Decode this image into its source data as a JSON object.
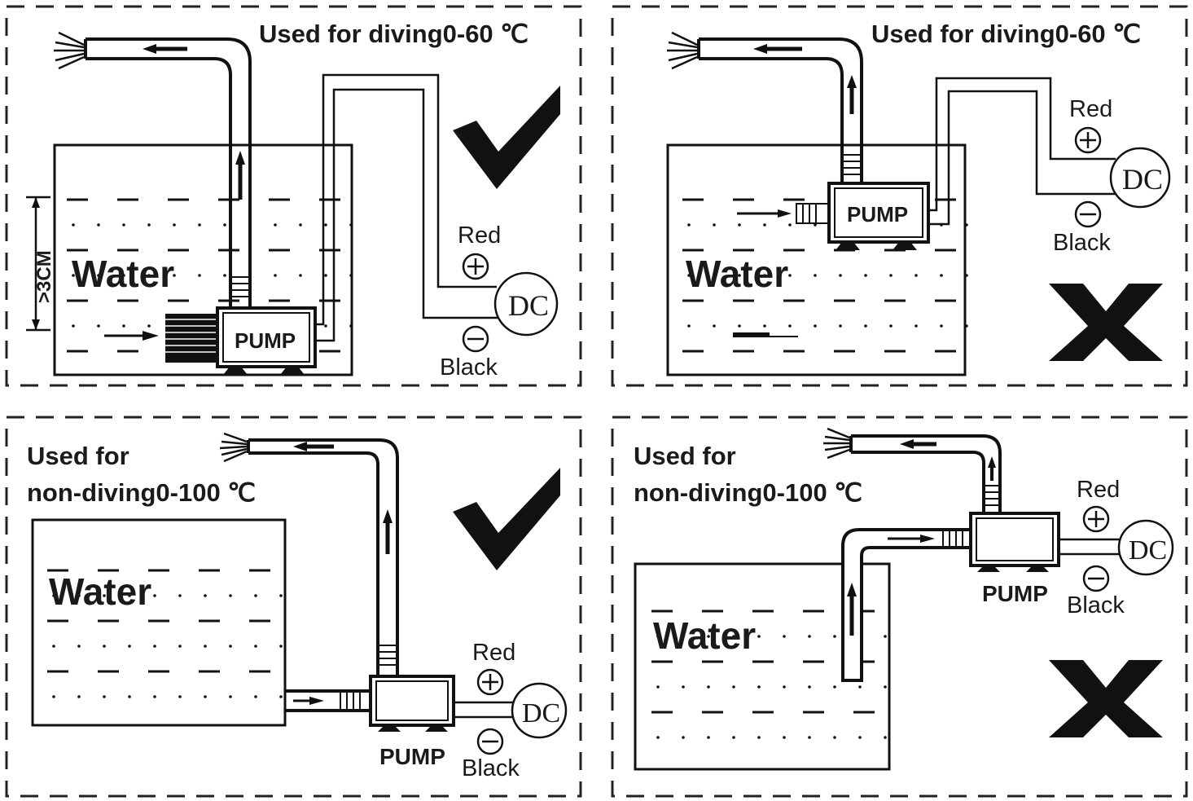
{
  "panels": [
    {
      "id": "top-left",
      "title_lines": [
        "Used for diving0-60 ℃"
      ],
      "water_label": "Water",
      "pump_label": "PUMP",
      "dc_label": "DC",
      "red_label": "Red",
      "black_label": "Black",
      "depth_label": ">3CM",
      "verdict": "correct"
    },
    {
      "id": "top-right",
      "title_lines": [
        "Used for diving0-60 ℃"
      ],
      "water_label": "Water",
      "pump_label": "PUMP",
      "dc_label": "DC",
      "red_label": "Red",
      "black_label": "Black",
      "verdict": "wrong"
    },
    {
      "id": "bottom-left",
      "title_lines": [
        "Used for",
        "non-diving0-100 ℃"
      ],
      "water_label": "Water",
      "pump_label": "PUMP",
      "dc_label": "DC",
      "red_label": "Red",
      "black_label": "Black",
      "verdict": "correct"
    },
    {
      "id": "bottom-right",
      "title_lines": [
        "Used for",
        "non-diving0-100 ℃"
      ],
      "water_label": "Water",
      "pump_label": "PUMP",
      "dc_label": "DC",
      "red_label": "Red",
      "black_label": "Black",
      "verdict": "wrong"
    }
  ],
  "icons": {
    "correct": "checkmark-icon",
    "wrong": "cross-icon",
    "plus": "plus-circle-icon",
    "minus": "minus-circle-icon",
    "spray": "water-spray-icon"
  },
  "colors": {
    "ink": "#111111",
    "background": "#ffffff"
  }
}
